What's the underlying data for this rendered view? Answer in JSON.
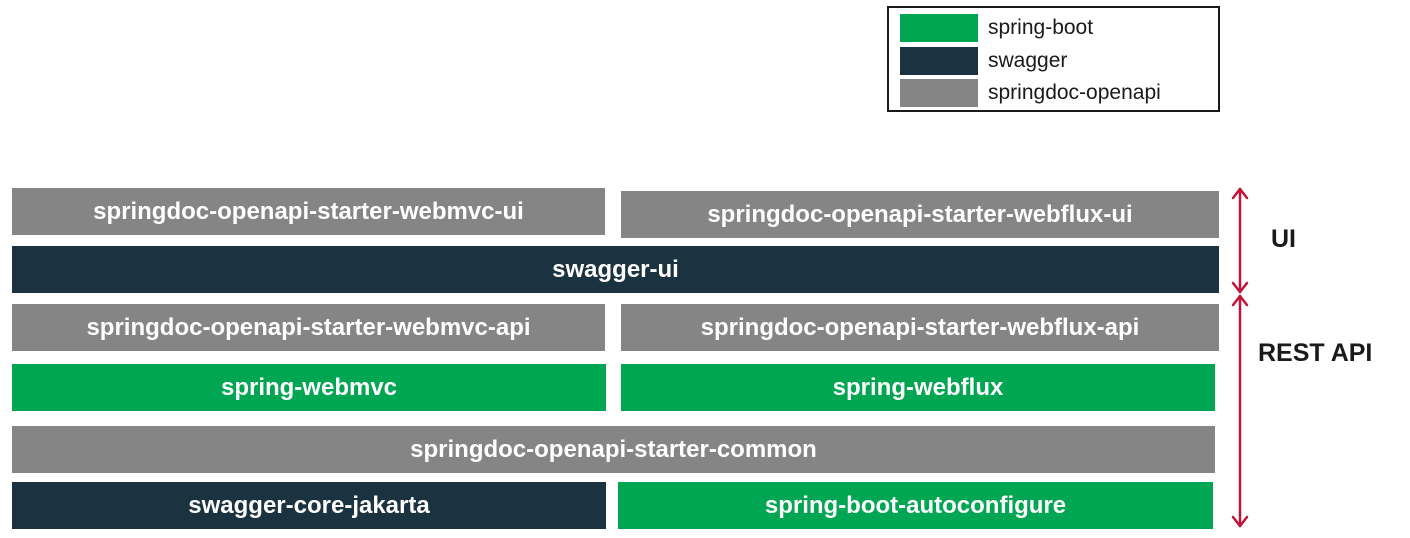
{
  "legend": {
    "items": [
      {
        "label": "spring-boot",
        "color": "#00a651",
        "icon": "green-swatch"
      },
      {
        "label": "swagger",
        "color": "#1b3340",
        "icon": "dark-swatch"
      },
      {
        "label": "springdoc-openapi",
        "color": "#858585",
        "icon": "gray-swatch"
      }
    ]
  },
  "layers": {
    "webmvc_ui": "springdoc-openapi-starter-webmvc-ui",
    "webflux_ui": "springdoc-openapi-starter-webflux-ui",
    "swagger_ui": "swagger-ui",
    "webmvc_api": "springdoc-openapi-starter-webmvc-api",
    "webflux_api": "springdoc-openapi-starter-webflux-api",
    "spring_webmvc": "spring-webmvc",
    "spring_webflux": "spring-webflux",
    "common": "springdoc-openapi-starter-common",
    "swagger_core": "swagger-core-jakarta",
    "autoconfigure": "spring-boot-autoconfigure"
  },
  "sections": {
    "ui": "UI",
    "rest_api": "REST API"
  },
  "colors": {
    "spring_boot": "#00a651",
    "swagger": "#1b3340",
    "springdoc": "#858585",
    "arrow": "#c0143c"
  }
}
